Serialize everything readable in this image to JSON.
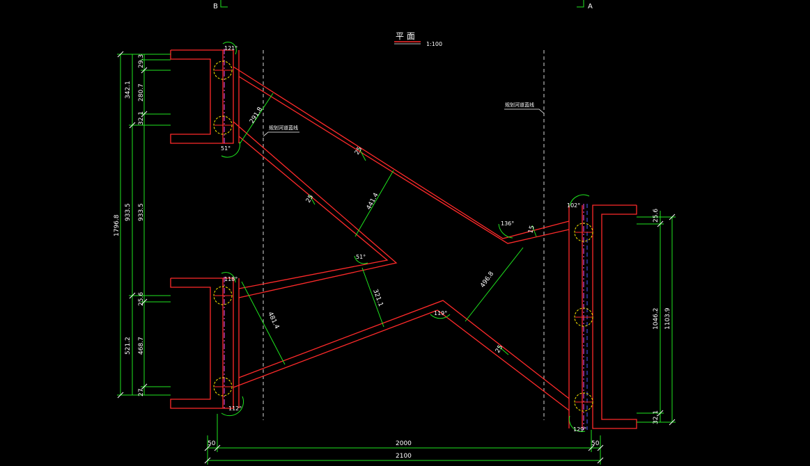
{
  "colors": {
    "background": "#000000",
    "outline": "#ff2a2a",
    "dimension": "#1fe61f",
    "text": "#ffffff",
    "axis": "#d8d8d8",
    "centerline": "#ff55ff",
    "circle": "#ffee00"
  },
  "grid_labels": {
    "b": "B",
    "a": "A"
  },
  "title": {
    "text": "平  面",
    "scale": "1:100"
  },
  "notes": {
    "left": "规划河道蓝线",
    "right": "规划河道蓝线"
  },
  "dims": {
    "left_vertical": {
      "total": "1796.8",
      "d1": "342.1",
      "d2": "933.5",
      "d3": "521.2",
      "d4": "29.3",
      "d5": "280.7",
      "d6": "32.1",
      "d7": "933.5",
      "d8": "25.6",
      "d9": "468.7",
      "d10": "27"
    },
    "right_vertical": {
      "d1": "1046.2",
      "d2": "1103.9",
      "d3": "25.6",
      "d4": "32.1"
    },
    "bottom": {
      "left": "50",
      "middle": "2000",
      "right": "50",
      "total": "2100"
    },
    "members": {
      "top_width": "291.8",
      "top_diag_a": "25",
      "top_diag_b": "25",
      "mid_width": "441.4",
      "apex": "51°",
      "lower_width": "321.1",
      "lower_left": "481.4",
      "right_width": "496.8",
      "right_lower": "25",
      "right_top": "15"
    },
    "angles": {
      "a1": "121°",
      "a2": "51°",
      "a3": "136°",
      "a4": "119°",
      "a5": "118°",
      "a6": "112°",
      "a7": "102°",
      "a8": "129°"
    }
  }
}
